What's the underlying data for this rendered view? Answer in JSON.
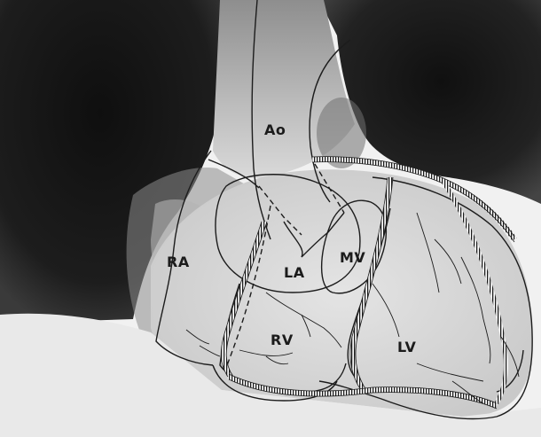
{
  "labels": {
    "ao": "Ao",
    "ra": "RA",
    "la": "LA",
    "mv": "MV",
    "rv": "RV",
    "lv": "LV"
  },
  "colors": {
    "lung_dark": "#141414",
    "soft_tissue": "#9a9a9a",
    "abdomen_light": "#eeeeee",
    "outline": "#1c1c1c"
  }
}
